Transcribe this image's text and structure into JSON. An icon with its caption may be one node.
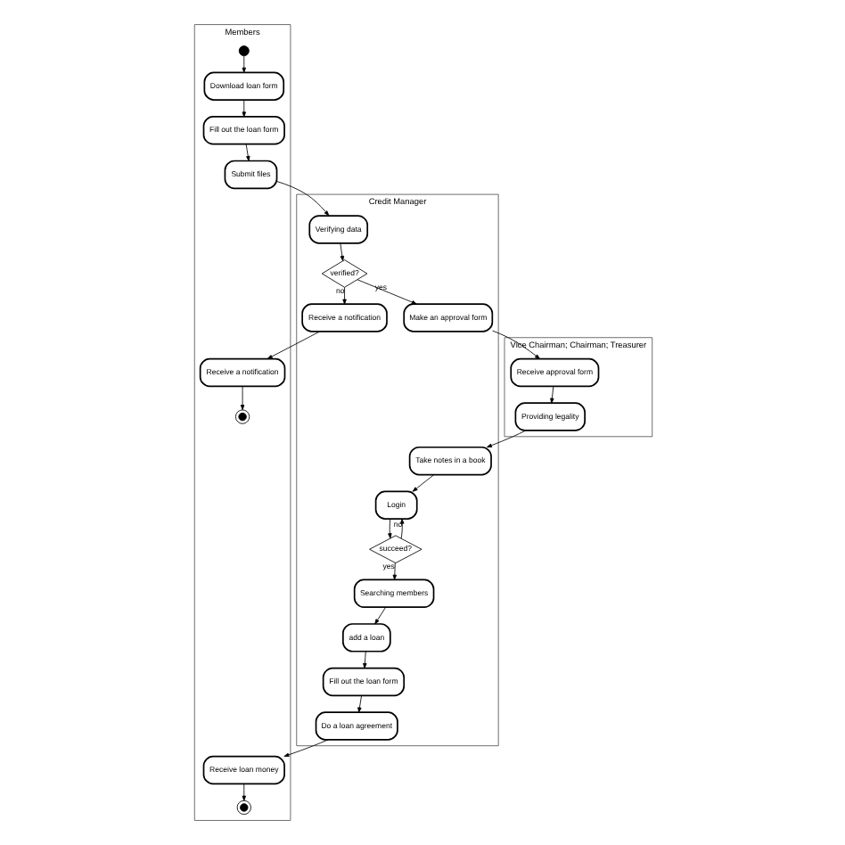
{
  "diagram": {
    "nodes": [
      {
        "text": [
          "Members"
        ]
      },
      {
        "text": [
          "Credit Manager"
        ]
      },
      {
        "text": [
          "Vice Chairman; Chairman; Treasurer"
        ]
      },
      {
        "text": [],
        "shape": "circle",
        "in": 0
      },
      {
        "text": [
          "Download loan form"
        ],
        "in": 0
      },
      {
        "text": [
          "Fill out the loan form"
        ],
        "in": 0
      },
      {
        "text": [
          "Submit files"
        ],
        "in": 0
      },
      {
        "text": [
          "Verifying data"
        ],
        "in": 1
      },
      {
        "text": [
          "verified?"
        ],
        "in": 1
      },
      {
        "text": [
          "Receive a notification"
        ],
        "in": 1
      },
      {
        "text": [
          "Receive a notification"
        ],
        "in": 0
      },
      {
        "text": [],
        "shape": "bullseye",
        "in": 0
      },
      {
        "text": [
          "Make an approval form"
        ],
        "in": 1
      },
      {
        "text": [
          "Receive approval form"
        ],
        "in": 2
      },
      {
        "text": [
          "Providing legality"
        ],
        "in": 2
      },
      {
        "text": [
          "Take notes in a book"
        ],
        "in": 1
      },
      {
        "text": [
          "Login"
        ],
        "in": 1
      },
      {
        "text": [
          "succeed?"
        ],
        "in": 1
      },
      {
        "text": [
          "Searching members"
        ],
        "in": 1
      },
      {
        "text": [
          "add a loan"
        ],
        "in": 1
      },
      {
        "text": [
          "Fill out the loan form"
        ],
        "in": 1
      },
      {
        "text": [
          "Do a loan agreement"
        ],
        "in": 1
      },
      {
        "text": [
          "Receive loan money"
        ],
        "in": 0
      },
      {
        "text": [],
        "shape": "bullseye",
        "in": 0
      }
    ],
    "edges": [
      {
        "from": 3,
        "to": 4,
        "arrow": "to"
      },
      {
        "from": 4,
        "to": 5,
        "arrow": "to"
      },
      {
        "from": 5,
        "to": 6,
        "arrow": "to"
      },
      {
        "from": 6,
        "to": 7,
        "arrow": "to"
      },
      {
        "from": 7,
        "to": 8,
        "arrow": "to"
      },
      {
        "from": 8,
        "to": 9,
        "arrow": "to",
        "label": "no"
      },
      {
        "from": 9,
        "to": 10,
        "arrow": "to"
      },
      {
        "from": 10,
        "to": 11,
        "arrow": "to"
      },
      {
        "from": 8,
        "to": 12,
        "arrow": "to",
        "label": "yes"
      },
      {
        "from": 12,
        "to": 13,
        "arrow": "to"
      },
      {
        "from": 13,
        "to": 14,
        "arrow": "to"
      },
      {
        "from": 14,
        "to": 15,
        "arrow": "to"
      },
      {
        "from": 15,
        "to": 16,
        "arrow": "to"
      },
      {
        "from": 16,
        "to": 17,
        "arrow": "to"
      },
      {
        "from": 17,
        "to": 16,
        "arrow": "to",
        "label": "no"
      },
      {
        "from": 17,
        "to": 18,
        "arrow": "to",
        "label": "yes"
      },
      {
        "from": 18,
        "to": 19,
        "arrow": "to"
      },
      {
        "from": 19,
        "to": 20,
        "arrow": "to"
      },
      {
        "from": 20,
        "to": 21,
        "arrow": "to"
      },
      {
        "from": 21,
        "to": 22,
        "arrow": "to"
      },
      {
        "from": 22,
        "to": 23,
        "arrow": "to"
      }
    ]
  }
}
